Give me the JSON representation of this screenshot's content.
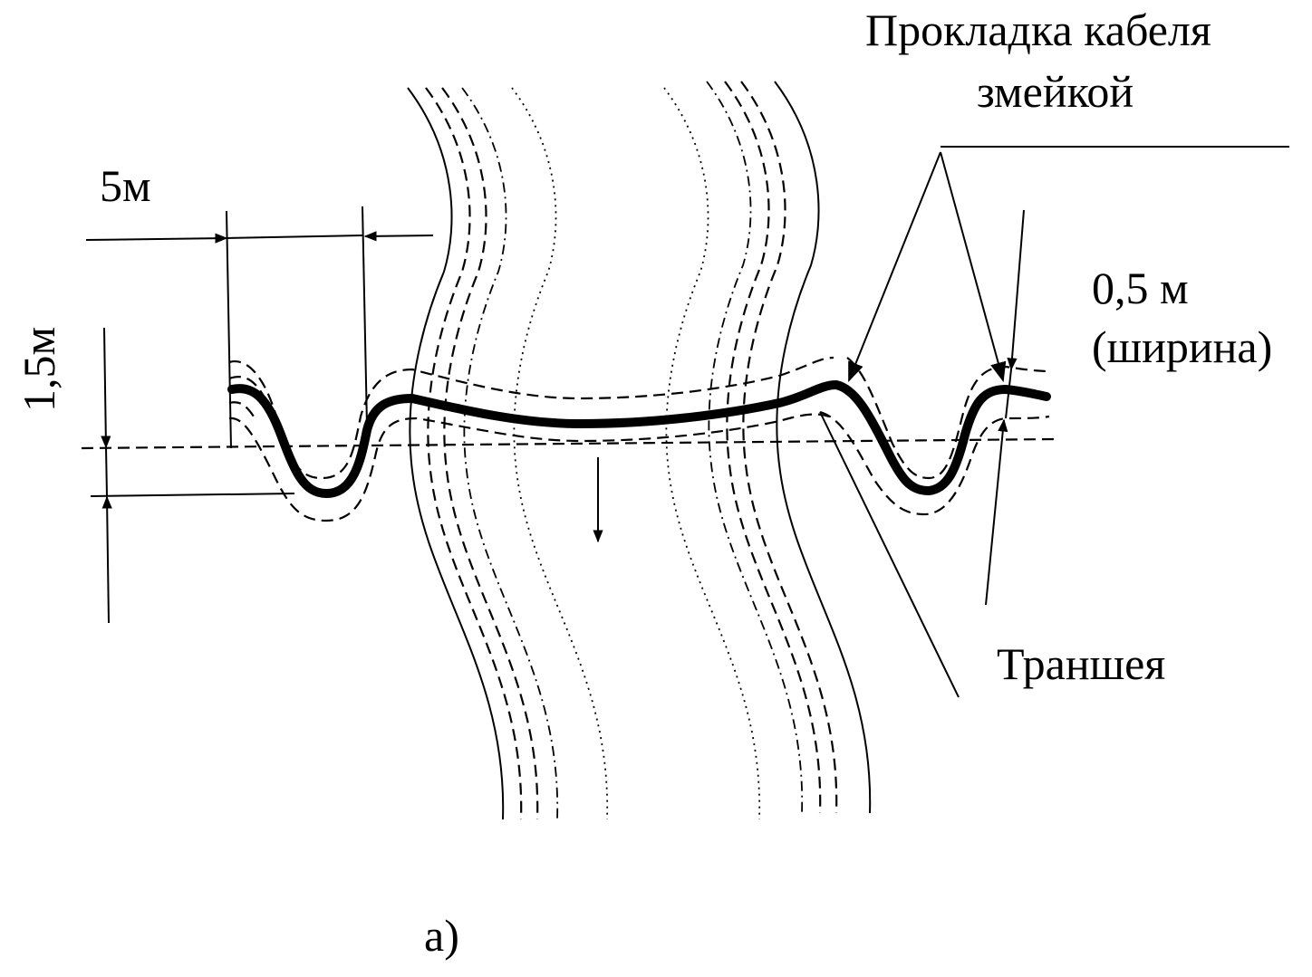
{
  "labels": {
    "cable_laying_line1": "Прокладка кабеля",
    "cable_laying_line2": "змейкой",
    "dim_5m": "5м",
    "dim_1_5m": "1,5м",
    "width_line1": "0,5 м",
    "width_line2": "(ширина)",
    "trench": "Траншея",
    "figure_label": "а)"
  }
}
